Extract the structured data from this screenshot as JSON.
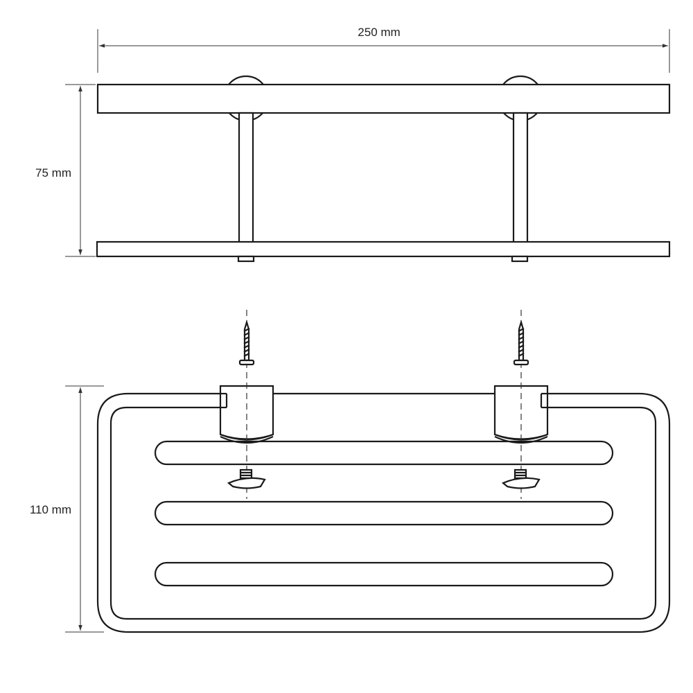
{
  "dimensions": {
    "width_label": "250 mm",
    "height_label": "75 mm",
    "depth_label": "110 mm"
  },
  "colors": {
    "line": "#1a1a1a",
    "background": "#ffffff"
  }
}
